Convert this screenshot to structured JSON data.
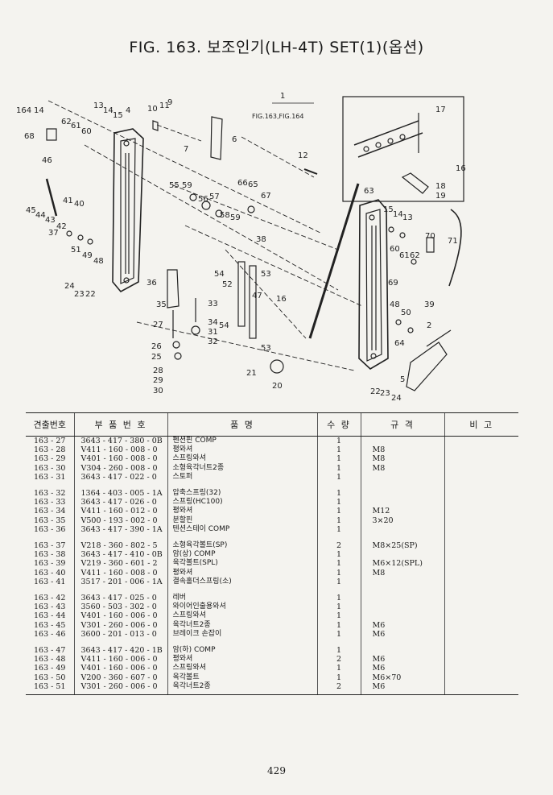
{
  "title": "FIG. 163. 보조인기(LH-4T) SET(1)(옵션)",
  "diagram": {
    "ref_label": "FIG.163,FIG.164",
    "ref_marker": "1",
    "callouts": {
      "c164": "164",
      "c14a": "14",
      "c13a": "13",
      "c14b": "14",
      "c15a": "15",
      "c4": "4",
      "c10": "10",
      "c11a": "11",
      "c9": "9",
      "c62a": "62",
      "c61a": "61",
      "c60a": "60",
      "c68": "68",
      "c7": "7",
      "c6": "6",
      "c17": "17",
      "c16a": "16",
      "c12": "12",
      "c46": "46",
      "c55": "55",
      "c59a": "59",
      "c56": "56",
      "c57": "57",
      "c58": "58",
      "c59b": "59",
      "c66": "66",
      "c65": "65",
      "c67": "67",
      "c18": "18",
      "c19": "19",
      "c63": "63",
      "c45": "45",
      "c44": "44",
      "c43": "43",
      "c41": "41",
      "c40": "40",
      "c42": "42",
      "c37": "37",
      "c15b": "15",
      "c14c": "14",
      "c13b": "13",
      "c70": "70",
      "c71": "71",
      "c51": "51",
      "c49": "49",
      "c48a": "48",
      "c38": "38",
      "c60b": "60",
      "c61b": "61",
      "c62b": "62",
      "c24a": "24",
      "c23a": "23",
      "c22a": "22",
      "c54a": "54",
      "c52": "52",
      "c53a": "53",
      "c36": "36",
      "c69": "69",
      "c47": "47",
      "c16b": "16",
      "c39": "39",
      "c35": "35",
      "c33": "33",
      "c48b": "48",
      "c50": "50",
      "c27": "27",
      "c34": "34",
      "c54b": "54",
      "c31": "31",
      "c32": "32",
      "c2": "2",
      "c26": "26",
      "c25": "25",
      "c53b": "53",
      "c64": "64",
      "c28": "28",
      "c29": "29",
      "c30": "30",
      "c21": "21",
      "c20": "20",
      "c5": "5",
      "c22b": "22",
      "c23b": "23",
      "c24b": "24"
    }
  },
  "table": {
    "headers": [
      "견출번호",
      "부 품 번 호",
      "품 명",
      "수 량",
      "규 격",
      "비 고"
    ],
    "groups": [
      [
        {
          "no": "163 - 27",
          "part": "3643 - 417 - 380 - 0B",
          "name": "펜션핀 COMP",
          "qty": "1",
          "spec": ""
        },
        {
          "no": "163 - 28",
          "part": "V411 - 160 - 008 - 0",
          "name": "평와셔",
          "qty": "1",
          "spec": "M8"
        },
        {
          "no": "163 - 29",
          "part": "V401 - 160 - 008 - 0",
          "name": "스프링와셔",
          "qty": "1",
          "spec": "M8"
        },
        {
          "no": "163 - 30",
          "part": "V304 - 260 - 008 - 0",
          "name": "소형육각너트2종",
          "qty": "1",
          "spec": "M8"
        },
        {
          "no": "163 - 31",
          "part": "3643 - 417 - 022 - 0",
          "name": "스토퍼",
          "qty": "1",
          "spec": ""
        }
      ],
      [
        {
          "no": "163 - 32",
          "part": "1364 - 403 - 005 - 1A",
          "name": "압축스프링(32)",
          "qty": "1",
          "spec": ""
        },
        {
          "no": "163 - 33",
          "part": "3643 - 417 - 026 - 0",
          "name": "스프링(HC100)",
          "qty": "1",
          "spec": ""
        },
        {
          "no": "163 - 34",
          "part": "V411 - 160 - 012 - 0",
          "name": "평와셔",
          "qty": "1",
          "spec": "M12"
        },
        {
          "no": "163 - 35",
          "part": "V500 - 193 - 002 - 0",
          "name": "분할핀",
          "qty": "1",
          "spec": "3×20"
        },
        {
          "no": "163 - 36",
          "part": "3643 - 417 - 390 - 1A",
          "name": "텐션스테이 COMP",
          "qty": "1",
          "spec": ""
        }
      ],
      [
        {
          "no": "163 - 37",
          "part": "V218 - 360 - 802 - 5",
          "name": "소형육각볼트(SP)",
          "qty": "2",
          "spec": "M8×25(SP)"
        },
        {
          "no": "163 - 38",
          "part": "3643 - 417 - 410 - 0B",
          "name": "암(상) COMP",
          "qty": "1",
          "spec": ""
        },
        {
          "no": "163 - 39",
          "part": "V219 - 360 - 601 - 2",
          "name": "육각볼트(SPL)",
          "qty": "1",
          "spec": "M6×12(SPL)"
        },
        {
          "no": "163 - 40",
          "part": "V411 - 160 - 008 - 0",
          "name": "평와셔",
          "qty": "1",
          "spec": "M8"
        },
        {
          "no": "163 - 41",
          "part": "3517 - 201 - 006 - 1A",
          "name": "결속홀더스프링(소)",
          "qty": "1",
          "spec": ""
        }
      ],
      [
        {
          "no": "163 - 42",
          "part": "3643 - 417 - 025 - 0",
          "name": "레버",
          "qty": "1",
          "spec": ""
        },
        {
          "no": "163 - 43",
          "part": "3560 - 503 - 302 - 0",
          "name": "와이어인출용와셔",
          "qty": "1",
          "spec": ""
        },
        {
          "no": "163 - 44",
          "part": "V401 - 160 - 006 - 0",
          "name": "스프링와셔",
          "qty": "1",
          "spec": ""
        },
        {
          "no": "163 - 45",
          "part": "V301 - 260 - 006 - 0",
          "name": "육각너트2종",
          "qty": "1",
          "spec": "M6"
        },
        {
          "no": "163 - 46",
          "part": "3600 - 201 - 013 - 0",
          "name": "브레이크 손잡이",
          "qty": "1",
          "spec": "M6"
        }
      ],
      [
        {
          "no": "163 - 47",
          "part": "3643 - 417 - 420 - 1B",
          "name": "암(하) COMP",
          "qty": "1",
          "spec": ""
        },
        {
          "no": "163 - 48",
          "part": "V411 - 160 - 006 - 0",
          "name": "평와셔",
          "qty": "2",
          "spec": "M6"
        },
        {
          "no": "163 - 49",
          "part": "V401 - 160 - 006 - 0",
          "name": "스프링와셔",
          "qty": "1",
          "spec": "M6"
        },
        {
          "no": "163 - 50",
          "part": "V200 - 360 - 607 - 0",
          "name": "육각볼트",
          "qty": "1",
          "spec": "M6×70"
        },
        {
          "no": "163 - 51",
          "part": "V301 - 260 - 006 - 0",
          "name": "육각너트2종",
          "qty": "2",
          "spec": "M6"
        }
      ]
    ]
  },
  "page_number": "429"
}
